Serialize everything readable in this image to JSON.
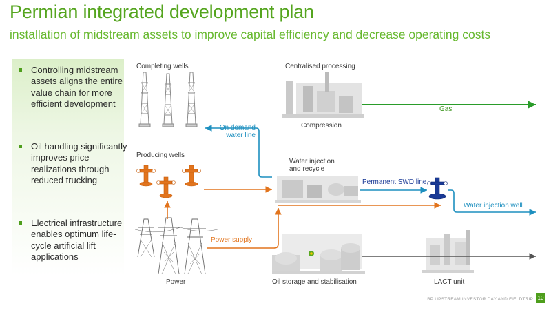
{
  "header": {
    "title": "Permian integrated development plan",
    "subtitle": "installation of midstream assets to improve capital efficiency and decrease operating costs"
  },
  "bullets": [
    "Controlling midstream assets aligns the entire value chain for more efficient development",
    "Oil handling significantly improves price realizations through reduced trucking",
    "Electrical infrastructure enables optimum life-cycle artificial lift applications"
  ],
  "diagram": {
    "completing_wells": "Completing wells",
    "producing_wells": "Producing wells",
    "power": "Power",
    "centralised_processing": "Centralised processing",
    "compression": "Compression",
    "gas": "Gas",
    "on_demand_line1": "On demand",
    "on_demand_line2": "water line",
    "water_injection_line1": "Water injection",
    "water_injection_line2": "and recycle",
    "permanent_swd": "Permanent SWD line",
    "water_injection_well": "Water injection well",
    "power_supply": "Power supply",
    "oil_storage": "Oil storage and stabilisation",
    "lact_unit": "LACT unit"
  },
  "footer": {
    "text": "BP UPSTREAM INVESTOR DAY AND FIELDTRIP",
    "page": "10"
  },
  "colors": {
    "brand_green": "#55a51f",
    "blue_line": "#1d8fbf",
    "orange_line": "#e2741d",
    "gas_line": "#2a9c2a",
    "navy_well": "#1a3a96"
  }
}
